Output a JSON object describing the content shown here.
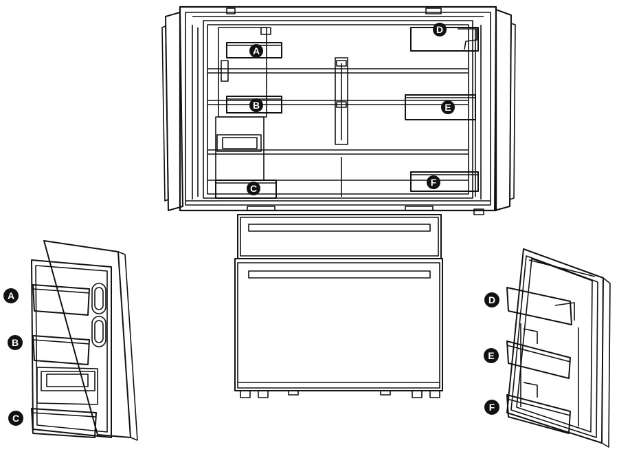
{
  "colors": {
    "line": "#111111",
    "badge": "#111111",
    "badge_text": "#ffffff",
    "background": "#ffffff"
  },
  "badges": {
    "a": "A",
    "b": "B",
    "c": "C",
    "d": "D",
    "e": "E",
    "f": "F"
  }
}
